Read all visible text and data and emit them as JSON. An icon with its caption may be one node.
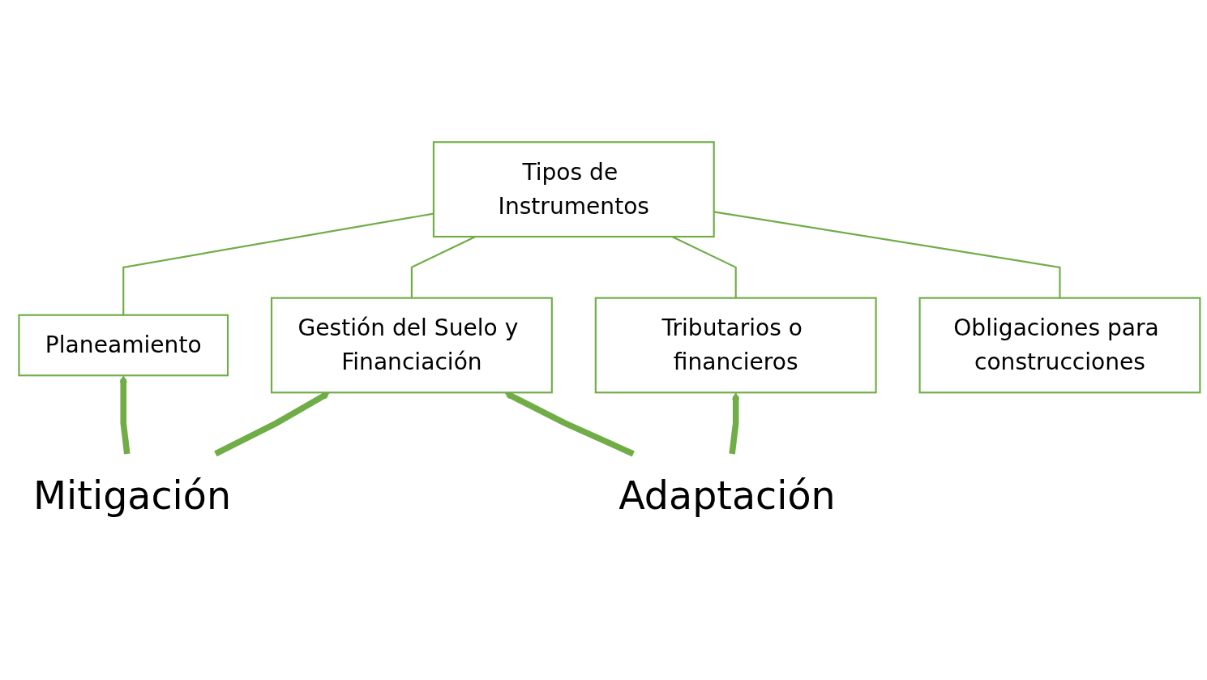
{
  "diagram": {
    "nodes": [
      {
        "text": [
          "Tipos de Instrumentos"
        ]
      },
      {
        "text": [
          "Planeamiento"
        ]
      },
      {
        "text": [
          "Gestión del Suelo y Financiación"
        ]
      },
      {
        "text": [
          "Tributarios o financieros"
        ]
      },
      {
        "text": [
          "Obligaciones para construcciones"
        ]
      },
      {
        "text": [
          "Mitigación"
        ]
      },
      {
        "text": [
          "Adaptación"
        ]
      }
    ],
    "edges": [
      {
        "from": 0,
        "to": 1,
        "arrow": "none"
      },
      {
        "from": 0,
        "to": 2,
        "arrow": "none"
      },
      {
        "from": 0,
        "to": 3,
        "arrow": "none"
      },
      {
        "from": 0,
        "to": 4,
        "arrow": "none"
      },
      {
        "from": 5,
        "to": 1,
        "arrow": "to",
        "style": "thick"
      },
      {
        "from": 5,
        "to": 2,
        "arrow": "to",
        "style": "thick"
      },
      {
        "from": 6,
        "to": 2,
        "arrow": "to",
        "style": "thick"
      },
      {
        "from": 6,
        "to": 3,
        "arrow": "to",
        "style": "thick"
      }
    ]
  }
}
